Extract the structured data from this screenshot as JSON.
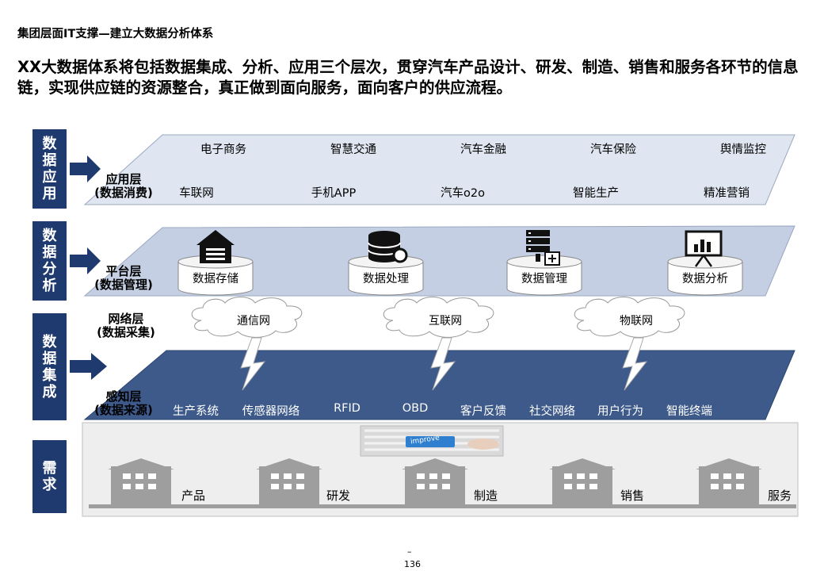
{
  "title": "集团层面IT支撑—建立大数据分析体系",
  "headline": "XX大数据体系将包括数据集成、分析、应用三个层次，贯穿汽车产品设计、研发、制造、销售和服务各环节的信息链，实现供应链的资源整合，真正做到面向服务，面向客户的供应流程。",
  "side_labels": {
    "app": "数据应用",
    "analysis": "数据分析",
    "integration": "数据集成",
    "demand": "需求"
  },
  "layers": {
    "application": {
      "label1": "应用层",
      "label2": "(数据消费)"
    },
    "platform": {
      "label1": "平台层",
      "label2": "(数据管理)"
    },
    "network": {
      "label1": "网络层",
      "label2": "(数据采集)"
    },
    "perception": {
      "label1": "感知层",
      "label2": "(数据来源)"
    }
  },
  "app_row1": [
    "电子商务",
    "智慧交通",
    "汽车金融",
    "汽车保险",
    "舆情监控"
  ],
  "app_row2": [
    "车联网",
    "手机APP",
    "汽车o2o",
    "智能生产",
    "精准营销"
  ],
  "platform_items": [
    "数据存储",
    "数据处理",
    "数据管理",
    "数据分析"
  ],
  "network_items": [
    "通信网",
    "互联网",
    "物联网"
  ],
  "perception_items": [
    "生产系统",
    "传感器网络",
    "RFID",
    "OBD",
    "客户反馈",
    "社交网络",
    "用户行为",
    "智能终端"
  ],
  "demand_items": [
    "产品",
    "研发",
    "制造",
    "销售",
    "服务"
  ],
  "improve_label": "improve",
  "page_number": "136",
  "page_dash": "–",
  "colors": {
    "navy": "#1f3a6e",
    "app_band": "#dfe6f1",
    "platform_band": "#c4cfe3",
    "perception_band": "#3d5a8a",
    "demand_bg": "#eeeeee",
    "building": "#9e9e9e"
  }
}
